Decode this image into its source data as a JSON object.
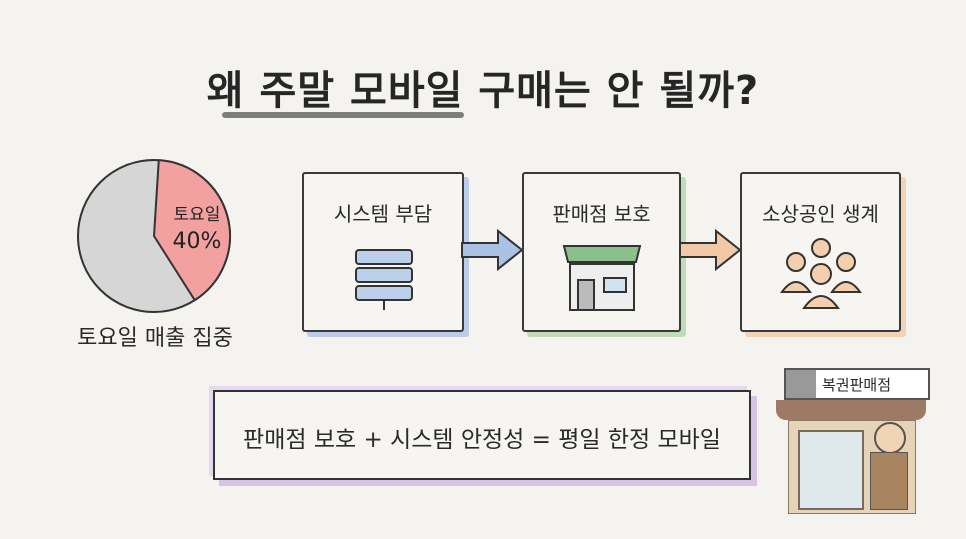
{
  "title": "왜 주말 모바일 구매는 안 될까?",
  "pie": {
    "label": "토요일",
    "percent_label": "40%",
    "value": 40,
    "caption": "토요일 매출 집중",
    "highlight_color": "#f08f8f",
    "rest_color": "#d4d4d4"
  },
  "flow": [
    {
      "label": "시스템 부담",
      "icon": "server-icon",
      "accent": "#a9c1e3"
    },
    {
      "label": "판매점 보호",
      "icon": "store-icon",
      "accent": "#b6d8b0"
    },
    {
      "label": "소상공인 생계",
      "icon": "people-icon",
      "accent": "#f2c9a6"
    }
  ],
  "arrow_color": "#a9c1e3",
  "equation": "판매점 보호 + 시스템 안정성 = 평일 한정 모바일",
  "shop_sign": "복권판매점"
}
